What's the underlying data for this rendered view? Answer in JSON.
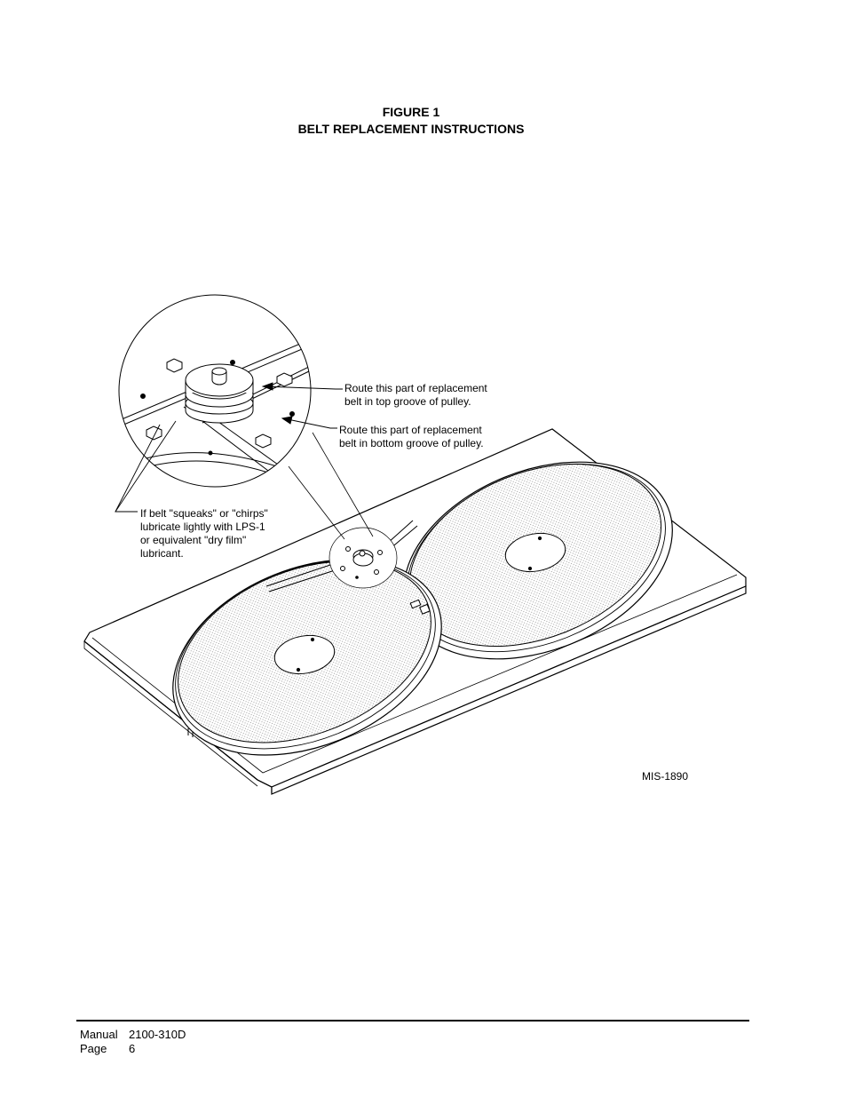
{
  "figure": {
    "number": "FIGURE 1",
    "caption": "BELT REPLACEMENT INSTRUCTIONS",
    "code": "MIS-1890"
  },
  "callouts": {
    "top_groove": "Route this part of replacement\nbelt in top groove of pulley.",
    "bottom_groove": "Route this part of replacement\nbelt in bottom groove of pulley.",
    "squeak": "If belt \"squeaks\" or \"chirps\"\nlubricate lightly with LPS-1\nor equivalent \"dry film\"\nlubricant."
  },
  "footer": {
    "manual_label": "Manual",
    "manual_value": "2100-310D",
    "page_label": "Page",
    "page_value": "6"
  }
}
